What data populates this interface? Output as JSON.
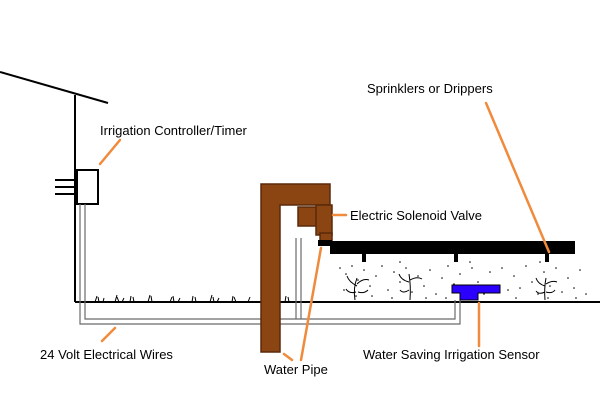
{
  "labels": {
    "controller": "Irrigation Controller/Timer",
    "sprinklers": "Sprinklers or Drippers",
    "solenoid": "Electric Solenoid Valve",
    "wires": "24 Volt Electrical Wires",
    "water_pipe": "Water Pipe",
    "sensor": "Water Saving Irrigation Sensor"
  },
  "colors": {
    "pipe": "#8b4513",
    "pipe_outline": "#5a2a0a",
    "sensor": "#2b00ff",
    "leader": "#f08a3c",
    "line": "#000000",
    "wire": "#6b6b6b"
  }
}
